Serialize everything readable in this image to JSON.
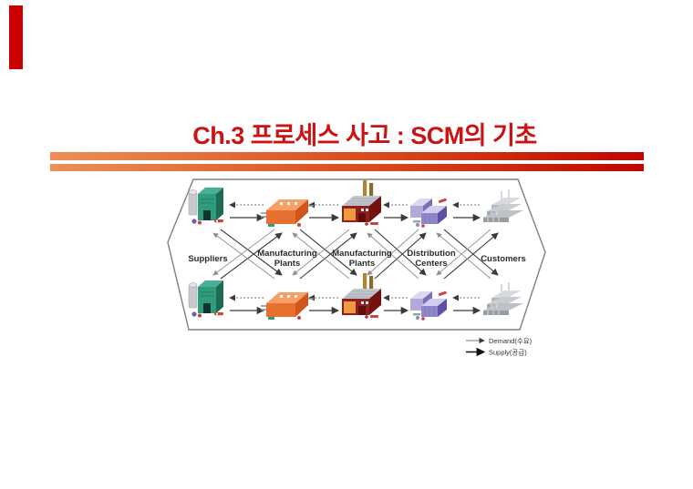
{
  "slide": {
    "title": "Ch.3 프로세스 사고 : SCM의 기초"
  },
  "diagram": {
    "stages": [
      {
        "icon": "supplier-building-icon",
        "line1": "Suppliers",
        "line2": ""
      },
      {
        "icon": "manufacturing-plant-icon",
        "line1": "Manufacturing",
        "line2": "Plants"
      },
      {
        "icon": "heavy-factory-icon",
        "line1": "Manufacturing",
        "line2": "Plants"
      },
      {
        "icon": "distribution-center-icon",
        "line1": "Distribution",
        "line2": "Centers"
      },
      {
        "icon": "customer-buildings-icon",
        "line1": "Customers",
        "line2": ""
      }
    ],
    "legend": {
      "demand_label": "Demand(수요)",
      "supply_label": "Supply(공급)"
    }
  },
  "colors": {
    "accent_red": "#cc0000",
    "title_red": "#cc1212",
    "rule_orange": "#ec8f58",
    "rule_deep_red": "#be0600",
    "hexagon_border": "#808080",
    "supply_arrow": "#3a3a3a",
    "demand_arrow": "#8f8f8f"
  }
}
